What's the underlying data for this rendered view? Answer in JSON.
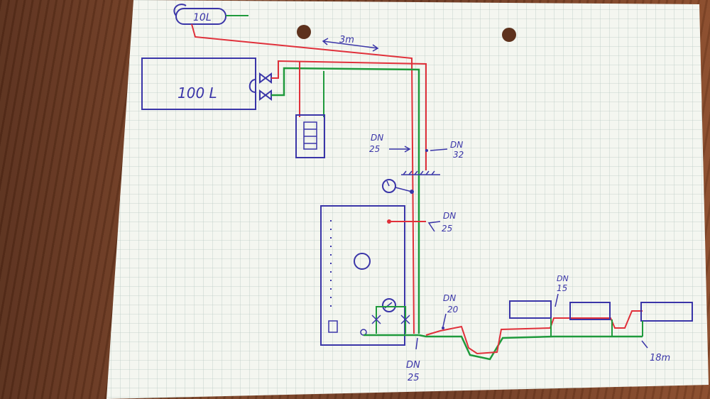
{
  "labels": {
    "expansion_small": "10L",
    "tank": "100 L",
    "distance": "3m",
    "dn25_top_a": "DN",
    "dn25_top_b": "25",
    "dn32_a": "DN",
    "dn32_b": "32",
    "dn25_mid_a": "DN",
    "dn25_mid_b": "25",
    "dn20_a": "DN",
    "dn20_b": "20",
    "dn15_a": "DN",
    "dn15_b": "15",
    "dn25_bottom_a": "DN",
    "dn25_bottom_b": "25",
    "length": "18m"
  },
  "colors": {
    "supply": "#e0303a",
    "return": "#1f9a3c",
    "ink": "#3a35a8",
    "paper": "#f4f6f0",
    "grid": "#b9c9c4"
  }
}
